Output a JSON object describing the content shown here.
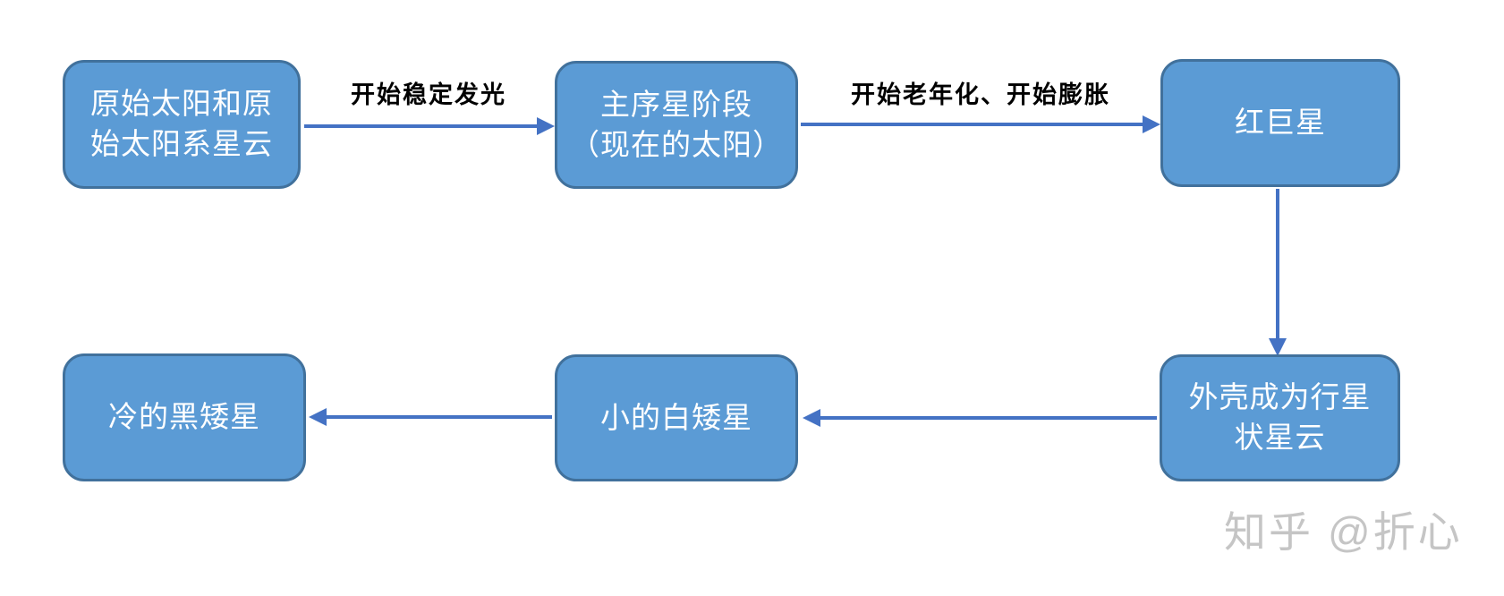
{
  "diagram": {
    "nodes": {
      "protosun": {
        "label": "原始太阳和原\n始太阳系星云"
      },
      "main_sequence": {
        "label": "主序星阶段\n（现在的太阳）"
      },
      "red_giant": {
        "label": "红巨星"
      },
      "planetary_nebula": {
        "label": "外壳成为行星\n状星云"
      },
      "white_dwarf": {
        "label": "小的白矮星"
      },
      "black_dwarf": {
        "label": "冷的黑矮星"
      }
    },
    "edges": {
      "ignite": {
        "label": "开始稳定发光"
      },
      "aging": {
        "label": "开始老年化、开始膨胀"
      },
      "shed": {
        "label": ""
      },
      "to_white_dwarf": {
        "label": ""
      },
      "to_black_dwarf": {
        "label": ""
      }
    },
    "colors": {
      "node_fill": "#5b9bd5",
      "node_border": "#41719c",
      "node_text": "#ffffff",
      "arrow": "#4472c4",
      "edge_label_text": "#000000",
      "watermark_text": "#c5c5c5"
    }
  },
  "watermark": {
    "text": "知乎 @折心"
  }
}
